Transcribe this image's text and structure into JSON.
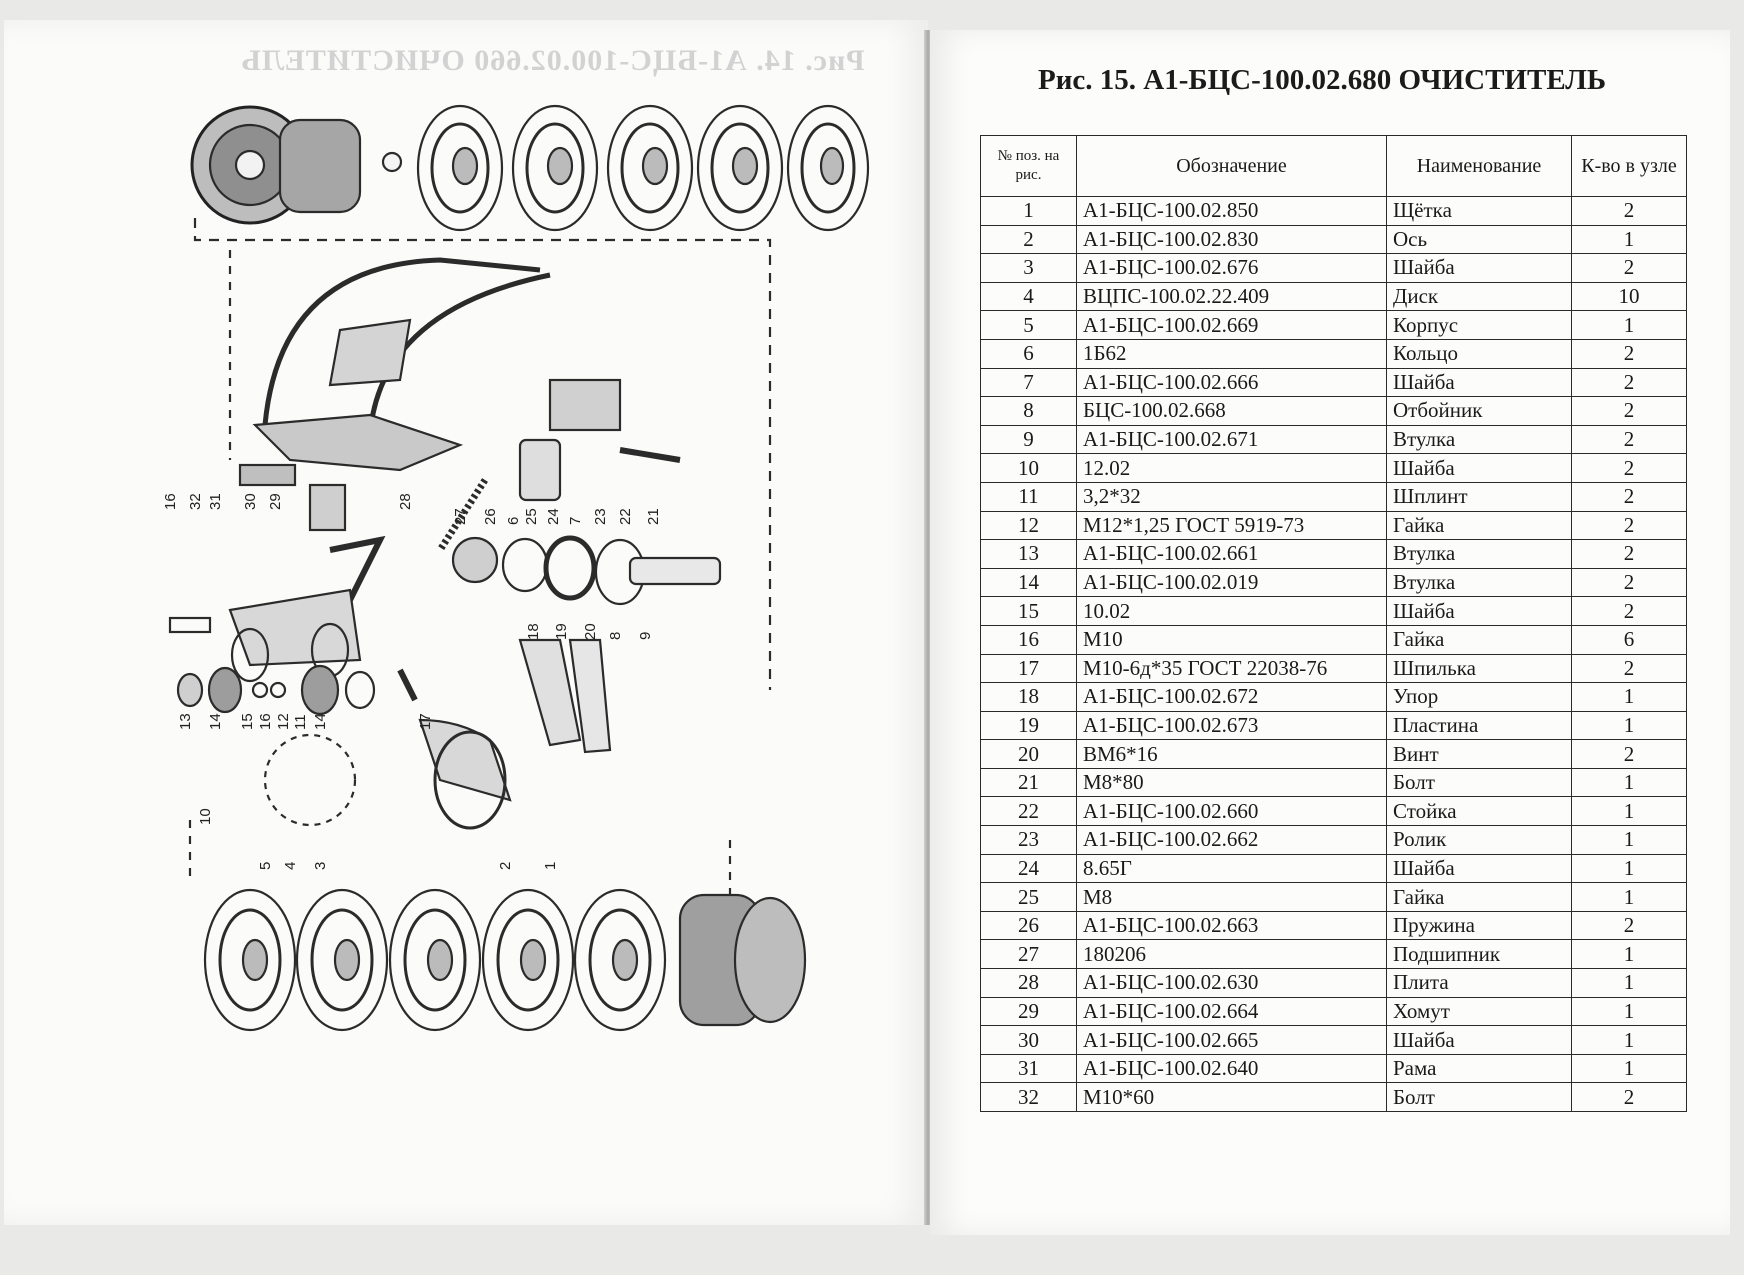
{
  "page_title": "Рис. 15. А1-БЦС-100.02.680 ОЧИСТИТЕЛЬ",
  "ghost_title": "Рис. 14. А1-БЦС-100.02.660 ОЧИСТИТЕЛЬ",
  "table": {
    "headers": {
      "pos": "№ поз. на рис.",
      "code": "Обозначение",
      "name": "Наименование",
      "qty": "К-во в узле"
    },
    "rows": [
      {
        "num": "1",
        "code": "А1-БЦС-100.02.850",
        "name": "Щётка",
        "qty": "2"
      },
      {
        "num": "2",
        "code": "А1-БЦС-100.02.830",
        "name": "Ось",
        "qty": "1"
      },
      {
        "num": "3",
        "code": "А1-БЦС-100.02.676",
        "name": "Шайба",
        "qty": "2"
      },
      {
        "num": "4",
        "code": "ВЦПС-100.02.22.409",
        "name": "Диск",
        "qty": "10"
      },
      {
        "num": "5",
        "code": "А1-БЦС-100.02.669",
        "name": "Корпус",
        "qty": "1"
      },
      {
        "num": "6",
        "code": "1Б62",
        "name": "Кольцо",
        "qty": "2"
      },
      {
        "num": "7",
        "code": "А1-БЦС-100.02.666",
        "name": "Шайба",
        "qty": "2"
      },
      {
        "num": "8",
        "code": "БЦС-100.02.668",
        "name": "Отбойник",
        "qty": "2"
      },
      {
        "num": "9",
        "code": "А1-БЦС-100.02.671",
        "name": "Втулка",
        "qty": "2"
      },
      {
        "num": "10",
        "code": "12.02",
        "name": "Шайба",
        "qty": "2"
      },
      {
        "num": "11",
        "code": "3,2*32",
        "name": "Шплинт",
        "qty": "2"
      },
      {
        "num": "12",
        "code": "М12*1,25 ГОСТ 5919-73",
        "name": "Гайка",
        "qty": "2"
      },
      {
        "num": "13",
        "code": "А1-БЦС-100.02.661",
        "name": "Втулка",
        "qty": "2"
      },
      {
        "num": "14",
        "code": "А1-БЦС-100.02.019",
        "name": "Втулка",
        "qty": "2"
      },
      {
        "num": "15",
        "code": "10.02",
        "name": "Шайба",
        "qty": "2"
      },
      {
        "num": "16",
        "code": "М10",
        "name": "Гайка",
        "qty": "6"
      },
      {
        "num": "17",
        "code": "М10-6д*35 ГОСТ 22038-76",
        "name": "Шпилька",
        "qty": "2"
      },
      {
        "num": "18",
        "code": "А1-БЦС-100.02.672",
        "name": "Упор",
        "qty": "1"
      },
      {
        "num": "19",
        "code": "А1-БЦС-100.02.673",
        "name": "Пластина",
        "qty": "1"
      },
      {
        "num": "20",
        "code": "ВМ6*16",
        "name": "Винт",
        "qty": "2"
      },
      {
        "num": "21",
        "code": "М8*80",
        "name": "Болт",
        "qty": "1"
      },
      {
        "num": "22",
        "code": "А1-БЦС-100.02.660",
        "name": "Стойка",
        "qty": "1"
      },
      {
        "num": "23",
        "code": "А1-БЦС-100.02.662",
        "name": "Ролик",
        "qty": "1"
      },
      {
        "num": "24",
        "code": "8.65Г",
        "name": "Шайба",
        "qty": "1"
      },
      {
        "num": "25",
        "code": "М8",
        "name": "Гайка",
        "qty": "1"
      },
      {
        "num": "26",
        "code": "А1-БЦС-100.02.663",
        "name": "Пружина",
        "qty": "2"
      },
      {
        "num": "27",
        "code": "180206",
        "name": "Подшипник",
        "qty": "1"
      },
      {
        "num": "28",
        "code": "А1-БЦС-100.02.630",
        "name": "Плита",
        "qty": "1"
      },
      {
        "num": "29",
        "code": "А1-БЦС-100.02.664",
        "name": "Хомут",
        "qty": "1"
      },
      {
        "num": "30",
        "code": "А1-БЦС-100.02.665",
        "name": "Шайба",
        "qty": "1"
      },
      {
        "num": "31",
        "code": "А1-БЦС-100.02.640",
        "name": "Рама",
        "qty": "1"
      },
      {
        "num": "32",
        "code": "М10*60",
        "name": "Болт",
        "qty": "2"
      }
    ]
  },
  "diagram": {
    "callouts": [
      "16",
      "32",
      "31",
      "30",
      "29",
      "28",
      "27",
      "26",
      "6",
      "25",
      "24",
      "7",
      "23",
      "22",
      "21",
      "13",
      "14",
      "15",
      "16",
      "12",
      "11",
      "14",
      "17",
      "18",
      "19",
      "20",
      "8",
      "9",
      "5",
      "4",
      "3",
      "2",
      "1",
      "10"
    ]
  }
}
